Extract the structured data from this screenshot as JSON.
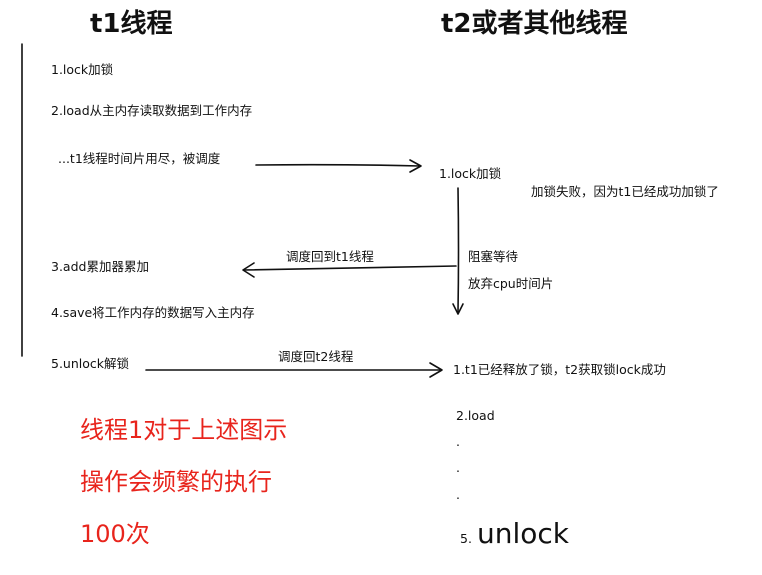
{
  "columns": {
    "t1_title": "t1线程",
    "t2_title": "t2或者其他线程"
  },
  "t1_steps": {
    "lock": "1.lock加锁",
    "load": "2.load从主内存读取数据到工作内存",
    "timeslice": "...t1线程时间片用尽，被调度",
    "add": "3.add累加器累加",
    "save": "4.save将工作内存的数据写入主内存",
    "unlock": "5.unlock解锁"
  },
  "arrows": {
    "back_to_t1": "调度回到t1线程",
    "back_to_t2": "调度回t2线程"
  },
  "t2_steps": {
    "lock": "1.lock加锁",
    "lock_fail": "加锁失败，因为t1已经成功加锁了",
    "blocked": "阻塞等待",
    "give_up": "放弃cpu时间片",
    "acquired": "1.t1已经释放了锁，t2获取锁lock成功",
    "load": "2.load",
    "dot1": ".",
    "dot2": ".",
    "dot3": ".",
    "unlock_num": "5.",
    "unlock": "unlock"
  },
  "note": {
    "line1": "线程1对于上述图示",
    "line2": "操作会频繁的执行",
    "line3": "100次"
  }
}
